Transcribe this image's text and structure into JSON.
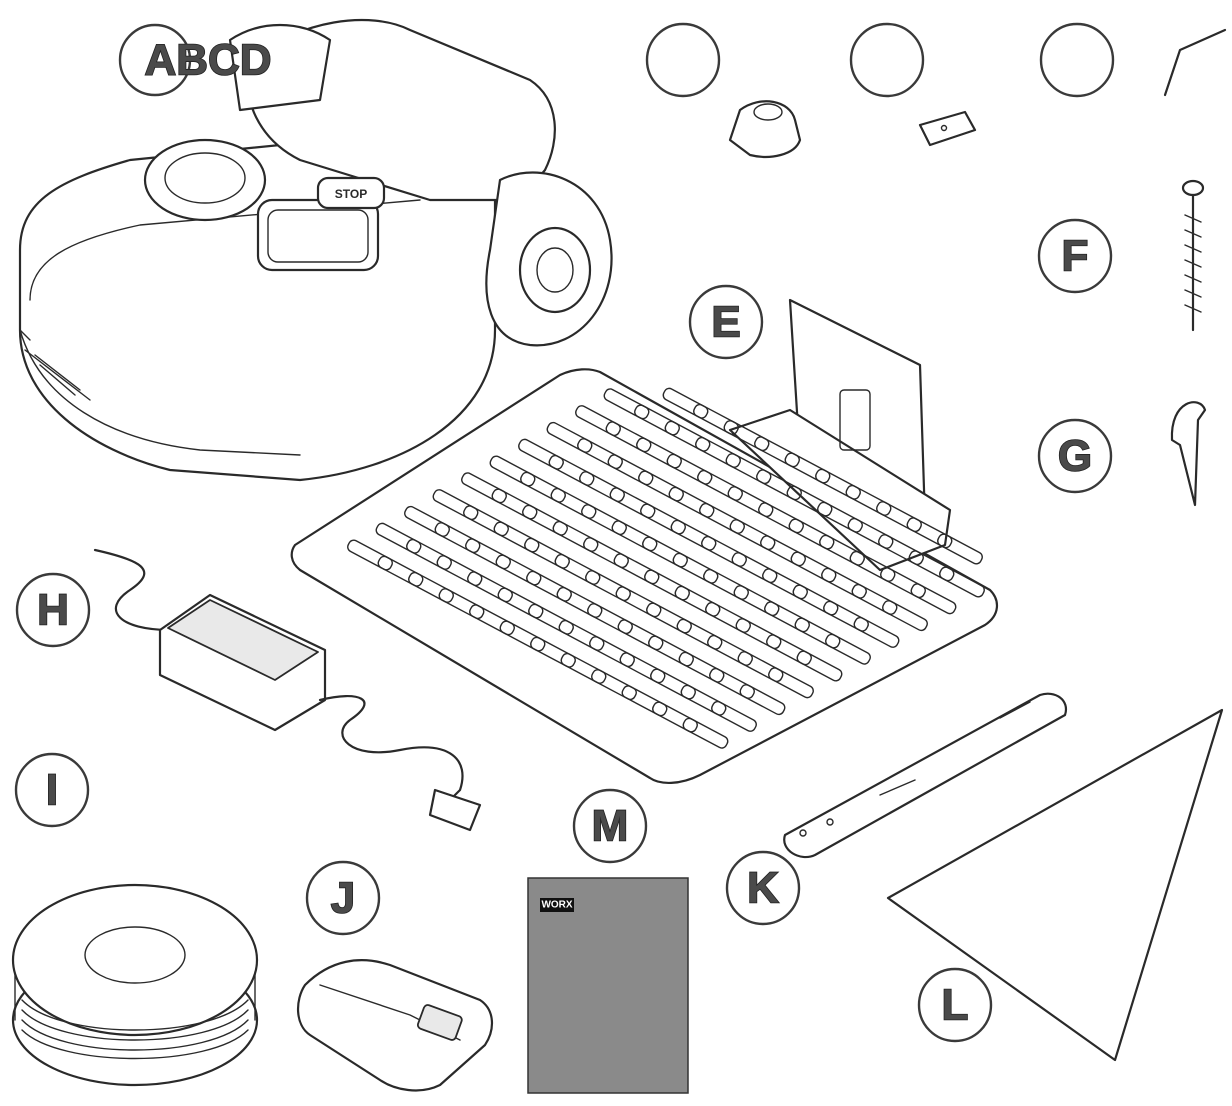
{
  "labels": {
    "abcd": "ABCD",
    "e": "E",
    "f": "F",
    "g": "G",
    "h": "H",
    "i": "I",
    "j": "J",
    "k": "K",
    "l": "L",
    "m": "M"
  },
  "mower": {
    "stop_label": "STOP"
  },
  "manual": {
    "brand": "WORX"
  },
  "colors": {
    "line": "#2a2a2a",
    "label_fill": "#4a4a4a",
    "manual_cover": "#8a8a8a",
    "background": "#ffffff"
  }
}
